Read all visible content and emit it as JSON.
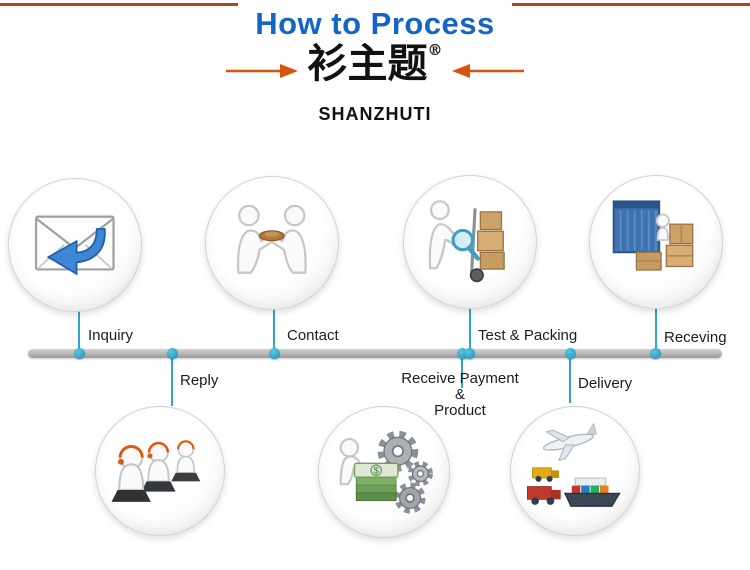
{
  "header": {
    "title": "How to Process",
    "logo_cn": "衫主题",
    "registered": "®",
    "brand": "SHANZHUTI"
  },
  "steps": {
    "top": [
      {
        "label": "Inquiry"
      },
      {
        "label": "Contact"
      },
      {
        "label": "Test & Packing"
      },
      {
        "label": "Receving"
      }
    ],
    "bottom": [
      {
        "label": "Reply"
      },
      {
        "lines": [
          "Receive Payment",
          "&",
          "Product"
        ]
      },
      {
        "label": "Delivery"
      }
    ]
  },
  "illustrations": {
    "inquiry": "envelope-with-reply-arrow",
    "contact": "two-figures-exchanging",
    "test_packing": "figure-magnifier-boxes-trolley",
    "receving": "shipping-container-and-boxes",
    "reply": "support-agents-headsets-laptops",
    "payment": "money-stack-and-gears",
    "delivery": "plane-ship-trucks",
    "currency_symbol": "$"
  },
  "colors": {
    "title_blue": "#1565c8",
    "arrow_orange": "#d9530e",
    "top_rule": "#b0451c",
    "timeline_gray": "#b8b8b8",
    "node_teal": "#2ba9cd",
    "box_brown": "#cda268"
  }
}
